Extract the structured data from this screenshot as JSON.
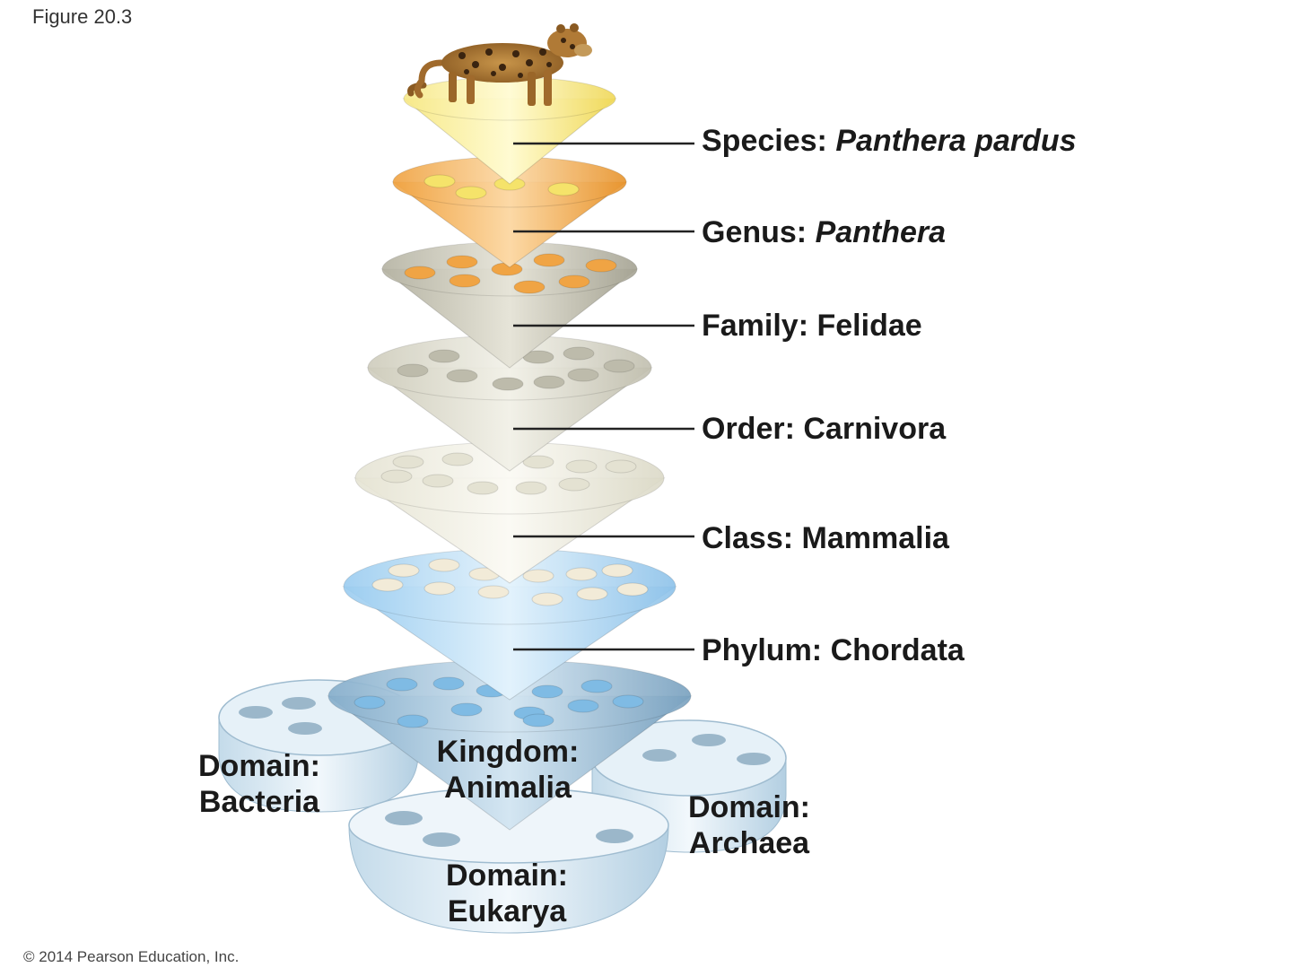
{
  "figure_label": "Figure 20.3",
  "copyright": "© 2014 Pearson Education, Inc.",
  "ranks": [
    {
      "rank": "Species:",
      "name": "Panthera pardus",
      "italic": true
    },
    {
      "rank": "Genus:",
      "name": "Panthera",
      "italic": true
    },
    {
      "rank": "Family:",
      "name": "Felidae",
      "italic": false
    },
    {
      "rank": "Order:",
      "name": "Carnivora",
      "italic": false
    },
    {
      "rank": "Class:",
      "name": "Mammalia",
      "italic": false
    },
    {
      "rank": "Phylum:",
      "name": "Chordata",
      "italic": false
    }
  ],
  "kingdom": {
    "line1": "Kingdom:",
    "line2": "Animalia"
  },
  "domains": {
    "bacteria": {
      "line1": "Domain:",
      "line2": "Bacteria"
    },
    "archaea": {
      "line1": "Domain:",
      "line2": "Archaea"
    },
    "eukarya": {
      "line1": "Domain:",
      "line2": "Eukarya"
    }
  },
  "illustration": {
    "icon": "leopard-icon"
  },
  "colors": {
    "species": "#f5e36a",
    "genus": "#f2a64a",
    "family": "#b8b6a6",
    "order": "#d4d2c2",
    "class": "#ebe9db",
    "phylum": "#a9d4f2",
    "kingdom": "#8fb5cf",
    "domain": "#d4e6f2"
  }
}
